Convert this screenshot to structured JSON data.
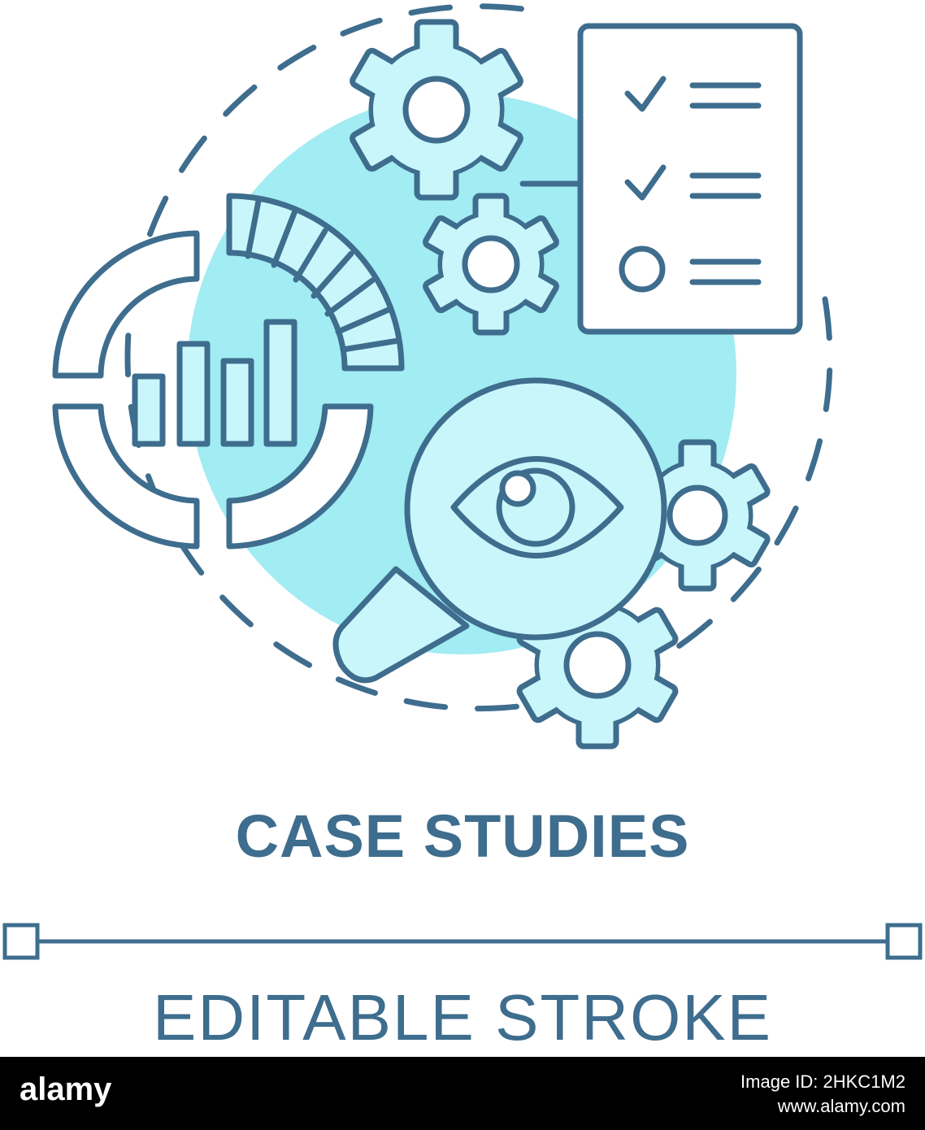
{
  "labels": {
    "title": "CASE STUDIES",
    "subtitle": "EDITABLE STROKE"
  },
  "footer": {
    "brand": "alamy",
    "image_id_label": "Image ID: 2HKC1M2",
    "site": "www.alamy.com"
  },
  "icons": [
    "gear-icon",
    "checklist-icon",
    "magnifier-icon",
    "eye-icon",
    "bar-chart-icon",
    "donut-chart-icon"
  ],
  "colors": {
    "stroke": "#3e6d8e",
    "fill_light": "#c8f6fa",
    "blob": "#a2ecf3",
    "title": "#3e6d8e",
    "footer_bg": "#000000",
    "footer_text": "#ffffff"
  }
}
